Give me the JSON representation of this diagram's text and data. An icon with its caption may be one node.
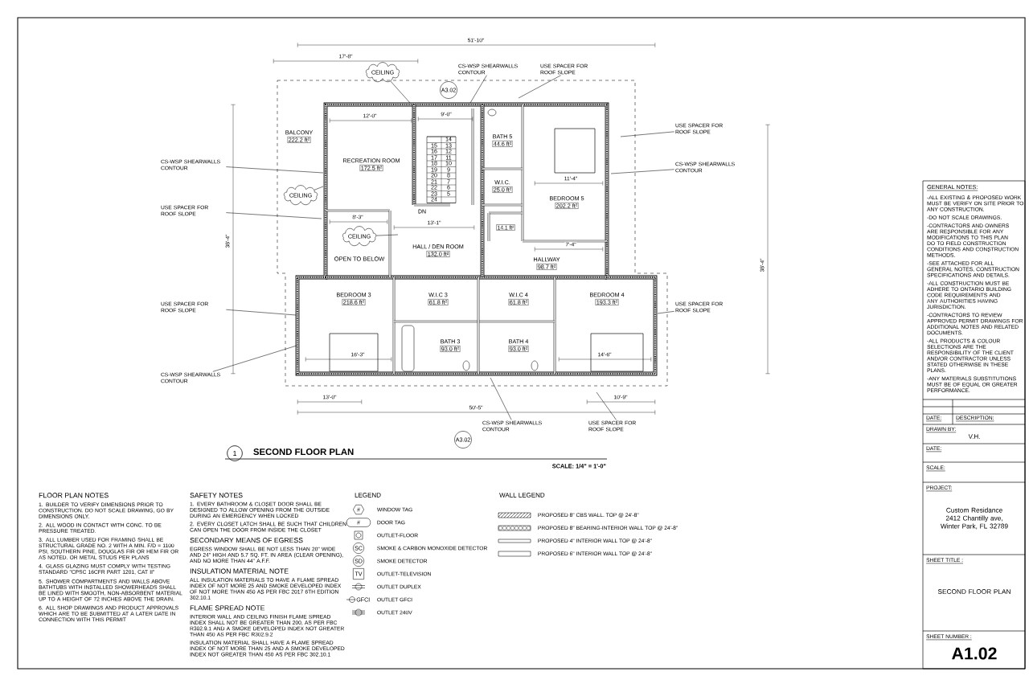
{
  "diagram": {
    "title": "SECOND FLOOR PLAN",
    "nodes": [
      {
        "text": [
          "BALCONY",
          "222.2 ft²"
        ]
      },
      {
        "text": [
          "RECREATION ROOM",
          "172.5 ft²"
        ]
      },
      {
        "text": [
          "OPEN TO BELOW"
        ]
      },
      {
        "text": [
          "HALL / DEN ROOM",
          "132.0 ft²"
        ]
      },
      {
        "text": [
          "BATH 5",
          "44.6 ft²"
        ]
      },
      {
        "text": [
          "W.I.C.",
          "25.0 ft²"
        ]
      },
      {
        "text": [
          "14.1 ft²"
        ]
      },
      {
        "text": [
          "BEDROOM 5",
          "202.2 ft²"
        ]
      },
      {
        "text": [
          "HALLWAY",
          "98.7 ft²"
        ]
      },
      {
        "text": [
          "BEDROOM 3",
          "218.6 ft²"
        ]
      },
      {
        "text": [
          "W.I.C 3",
          "61.8 ft²"
        ]
      },
      {
        "text": [
          "W.I.C 4",
          "61.8 ft²"
        ]
      },
      {
        "text": [
          "BATH 3",
          "93.0 ft²"
        ]
      },
      {
        "text": [
          "BATH 4",
          "93.0 ft²"
        ]
      },
      {
        "text": [
          "BEDROOM 4",
          "193.3 ft²"
        ]
      },
      {
        "text": [
          "CEILING"
        ]
      },
      {
        "text": [
          "CEILING"
        ]
      },
      {
        "text": [
          "CEILING"
        ]
      },
      {
        "text": [
          "CS-WSP SHEARWALLS CONTOUR"
        ]
      },
      {
        "text": [
          "USE SPACER FOR ROOF SLOPE"
        ]
      },
      {
        "text": [
          "CS-WSP SHEARWALLS CONTOUR"
        ]
      },
      {
        "text": [
          "USE SPACER FOR ROOF SLOPE"
        ]
      },
      {
        "text": [
          "USE SPACER FOR ROOF SLOPE"
        ]
      },
      {
        "text": [
          "CS-WSP SHEARWALLS CONTOUR"
        ]
      },
      {
        "text": [
          "USE SPACER FOR ROOF SLOPE"
        ]
      },
      {
        "text": [
          "USE SPACER FOR ROOF SLOPE"
        ]
      },
      {
        "text": [
          "CS-WSP SHEARWALLS CONTOUR"
        ]
      },
      {
        "text": [
          "CS-WSP SHEARWALLS CONTOUR"
        ]
      },
      {
        "text": [
          "USE SPACER FOR ROOF SLOPE"
        ]
      }
    ],
    "edges": [
      {
        "from": 15,
        "to": null,
        "arrow": "none"
      },
      {
        "from": 16,
        "to": null,
        "arrow": "none"
      },
      {
        "from": 17,
        "to": null,
        "arrow": "none"
      },
      {
        "from": 18,
        "to": null,
        "arrow": "none"
      },
      {
        "from": 19,
        "to": null,
        "arrow": "none"
      },
      {
        "from": 20,
        "to": null,
        "arrow": "none"
      },
      {
        "from": 21,
        "to": null,
        "arrow": "none"
      },
      {
        "from": 22,
        "to": null,
        "arrow": "none"
      },
      {
        "from": 23,
        "to": null,
        "arrow": "none"
      },
      {
        "from": 24,
        "to": null,
        "arrow": "none"
      },
      {
        "from": 25,
        "to": null,
        "arrow": "none"
      },
      {
        "from": 26,
        "to": null,
        "arrow": "none"
      },
      {
        "from": 27,
        "to": null,
        "arrow": "none"
      },
      {
        "from": 28,
        "to": null,
        "arrow": "none"
      }
    ],
    "labels": [
      "51'-10\"",
      "17'-8\"",
      "12'-0\"",
      "9'-0\"",
      "13'-1\"",
      "8'-3\"",
      "11'-4\"",
      "7'-4\"",
      "16'-3\"",
      "14'-6\"",
      "38'-4\"",
      "38'-4\"",
      "50'-5\"",
      "13'-0\"",
      "10'-9\"",
      "DN",
      "14",
      "13",
      "12",
      "11",
      "10",
      "9",
      "8",
      "7",
      "6",
      "5",
      "15",
      "16",
      "17",
      "18",
      "19",
      "20",
      "21",
      "22",
      "23",
      "24",
      "1",
      "SCALE: 1/4\" = 1'-0\"",
      "A3.02",
      "A3.02",
      "FLOOR PLAN NOTES",
      "1. BUILDER TO VERIFY DIMENSIONS PRIOR TO CONSTRUCTION. DO NOT SCALE DRAWING, GO BY DIMENSIONS ONLY.",
      "2. ALL WOOD IN CONTACT WITH CONC. TO BE PRESSURE TREATED.",
      "3. ALL LUMBER USED FOR FRAMING SHALL BE STRUCTURAL GRADE NO. 2 WITH A MIN. F/D = 1100 PSI, SOUTHERN PINE, DOUGLAS FIR OR HEM FIR OR AS NOTED. OR METAL STUDS PER PLANS",
      "4. GLASS GLAZING MUST COMPLY WITH TESTING STANDARD \"CPSC 16CFR PART 1201, CAT II\"",
      "5. SHOWER COMPARTMENTS AND WALLS ABOVE BATHTUBS WITH INSTALLED SHOWERHEADS SHALL BE LINED WITH SMOOTH, NON-ABSORBENT MATERIAL UP TO A HEIGHT OF 72 INCHES ABOVE THE DRAIN.",
      "6. ALL SHOP DRAWINGS AND PRODUCT APPROVALS WHICH ARE TO BE SUBMITTED AT A LATER DATE IN CONNECTION WITH THIS PERMIT",
      "SAFETY NOTES",
      "1. EVERY BATHROOM & CLOSET DOOR SHALL BE DESIGNED TO ALLOW OPENING FROM THE OUTSIDE DURING AN EMERGENCY WHEN LOCKED",
      "2. EVERY CLOSET LATCH SHALL BE SUCH THAT CHILDREN CAN OPEN THE DOOR FROM INSIDE THE CLOSET",
      "SECONDARY MEANS OF EGRESS",
      "EGRESS WINDOW SHALL BE NOT LESS THAN 20\" WIDE AND 24\" HIGH AND 5.7 SQ. FT. IN AREA (CLEAR OPENING), AND NO MORE THAN 44\" A.F.F.",
      "INSULATION MATERIAL NOTE",
      "ALL INSULATION MATERIALS TO HAVE A FLAME SPREAD INDEX OF NOT MORE 25 AND SMOKE DEVELOPED INDEX OF NOT MORE THAN 450 AS PER FBC 2017 6TH EDITION 302.10.1",
      "FLAME SPREAD NOTE",
      "INTERIOR WALL AND CEILING FINISH FLAME SPREAD INDEX SHALL NOT BE GREATER THAN 200, AS PER FBC R302.9.1 AND A SMOKE DEVELOPED INDEX NOT GREATER THAN 450 AS PER FBC R302.9.2",
      "INSULATION MATERIAL SHALL HAVE A FLAME SPREAD INDEX OF NOT MORE THAN 25 AND A SMOKE DEVELOPED INDEX NOT GREATER THAN 450 AS PER FBC 302.10.1",
      "LEGEND",
      "WALL LEGEND",
      "#",
      "#",
      "SC",
      "SD",
      "TV",
      "GFCI",
      "GENERAL NOTES:",
      "-ALL EXISTING & PROPOSED WORK MUST BE VERIFY ON SITE PRIOR TO ANY CONSTRUCTION.",
      "-DO NOT SCALE DRAWINGS.",
      "-CONTRACTORS AND OWNERS ARE RESPONSIBLE FOR ANY MODIFICATIONS TO THIS PLAN DO TO FIELD CONSTRUCTION CONDITIONS AND CONSTRUCTION METHODS.",
      "-SEE ATTACHED FOR ALL GENERAL NOTES, CONSTRUCTION SPECIFICATIONS AND DETAILS.",
      "-ALL CONSTRUCTION MUST BE ADHERE TO ONTARIO BUILDING CODE REQUIREMENTS AND ANY AUTHORITIES HAVING JURISDICTION.",
      "-CONTRACTORS TO REVIEW APPROVED PERMIT DRAWINGS FOR ADDITIONAL NOTES AND RELATED DOCUMENTS.",
      "-ALL PRODUCTS & COLOUR SELECTIONS ARE THE RESPONSIBILITY OF THE CLIENT AND/OR CONTRACTOR UNLESS STATED OTHERWISE IN THESE PLANS.",
      "-ANY MATERIALS SUBSTITUTIONS MUST BE OF EQUAL OR GREATER PERFORMANCE.",
      "DATE:",
      "DESCRIPTION:",
      "DRAWN BY:",
      "V.H.",
      "DATE:",
      "SCALE:",
      "PROJECT:",
      "Custom Residance 2412 Chantilly ave, Winter Park, FL 32789",
      "SHEET TITLE :",
      "SECOND FLOOR PLAN",
      "SHEET NUMBER :",
      "A1.02"
    ],
    "legend": [
      {
        "text": "WINDOW TAG"
      },
      {
        "text": "DOOR TAG"
      },
      {
        "text": "OUTLET-FLOOR"
      },
      {
        "text": "SMOKE & CARBON MONOXIDE DETECTOR"
      },
      {
        "text": "SMOKE DETECTOR"
      },
      {
        "text": "OUTLET-TELEVISION"
      },
      {
        "text": "OUTLET DUPLEX"
      },
      {
        "text": "OUTLET GFCI"
      },
      {
        "text": "OUTLET 240V"
      },
      {
        "text": "PROPOSED 8\" CBS WALL. TOP @ 24'-8\""
      },
      {
        "text": "PROPOSED 8\" BEARING-INTERIOR WALL TOP @ 24'-8\""
      },
      {
        "text": "PROPOSED 4\" INTERIOR WALL TOP @ 24'-8\""
      },
      {
        "text": "PROPOSED 6\" INTERIOR WALL TOP @ 24'-8\""
      }
    ]
  }
}
